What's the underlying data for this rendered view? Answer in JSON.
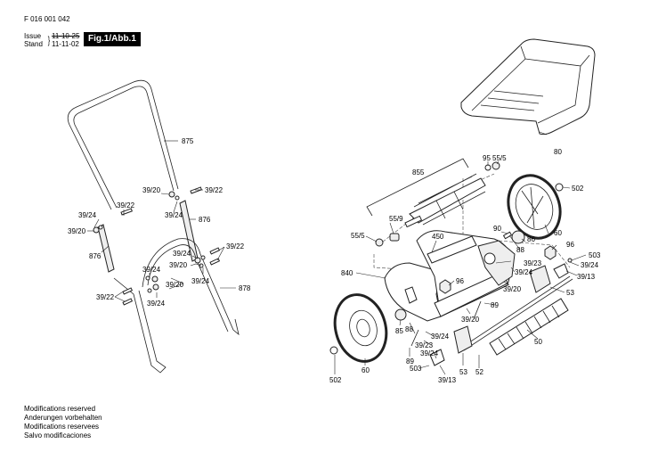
{
  "header": {
    "part_number": "F 016 001 042",
    "issue_label": "Issue",
    "stand_label": "Stand",
    "issue_date_struck": "11-10-25",
    "stand_date": "11-11-02",
    "figure_label": "Fig.1/Abb.1"
  },
  "footer": {
    "lines": [
      "Modifications reserved",
      "Anderungen vorbehalten",
      "Modifications reservees",
      "Salvo modificaciones"
    ]
  },
  "callouts": {
    "handle": [
      {
        "id": "875",
        "text": "875"
      },
      {
        "id": "39-20-a",
        "text": "39/20"
      },
      {
        "id": "39-22-a",
        "text": "39/22"
      },
      {
        "id": "39-24-a",
        "text": "39/24"
      },
      {
        "id": "39-22-b",
        "text": "39/22"
      },
      {
        "id": "39-24-b",
        "text": "39/24"
      },
      {
        "id": "876-a",
        "text": "876"
      },
      {
        "id": "39-20-b",
        "text": "39/20"
      },
      {
        "id": "876-b",
        "text": "876"
      },
      {
        "id": "39-22-c",
        "text": "39/22"
      },
      {
        "id": "39-24-c",
        "text": "39/24"
      },
      {
        "id": "39-20-c",
        "text": "39/20"
      },
      {
        "id": "39-24-d",
        "text": "39/24"
      },
      {
        "id": "39-24-e",
        "text": "39/24"
      },
      {
        "id": "39-20-d",
        "text": "39/20"
      },
      {
        "id": "39-24-f",
        "text": "39/24"
      },
      {
        "id": "878",
        "text": "878"
      },
      {
        "id": "39-22-d",
        "text": "39/22"
      }
    ],
    "mower": [
      {
        "id": "80",
        "text": "80"
      },
      {
        "id": "855",
        "text": "855"
      },
      {
        "id": "95",
        "text": "95"
      },
      {
        "id": "55-5-a",
        "text": "55/5"
      },
      {
        "id": "502-a",
        "text": "502"
      },
      {
        "id": "55-9",
        "text": "55/9"
      },
      {
        "id": "55-5-b",
        "text": "55/5"
      },
      {
        "id": "450",
        "text": "450"
      },
      {
        "id": "90",
        "text": "90"
      },
      {
        "id": "88-a",
        "text": "88"
      },
      {
        "id": "86",
        "text": "86"
      },
      {
        "id": "60-a",
        "text": "60"
      },
      {
        "id": "96-a",
        "text": "96"
      },
      {
        "id": "503-a",
        "text": "503"
      },
      {
        "id": "39-24-g",
        "text": "39/24"
      },
      {
        "id": "39-13-a",
        "text": "39/13"
      },
      {
        "id": "39-23-a",
        "text": "39/23"
      },
      {
        "id": "39-24-h",
        "text": "39/24"
      },
      {
        "id": "840",
        "text": "840"
      },
      {
        "id": "96-b",
        "text": "96"
      },
      {
        "id": "39-20-e",
        "text": "39/20"
      },
      {
        "id": "53-a",
        "text": "53"
      },
      {
        "id": "89-a",
        "text": "89"
      },
      {
        "id": "39-20-f",
        "text": "39/20"
      },
      {
        "id": "88-b",
        "text": "88"
      },
      {
        "id": "85",
        "text": "85"
      },
      {
        "id": "39-24-i",
        "text": "39/24"
      },
      {
        "id": "39-23-b",
        "text": "39/23"
      },
      {
        "id": "50",
        "text": "50"
      },
      {
        "id": "89-b",
        "text": "89"
      },
      {
        "id": "39-24-j",
        "text": "39/24"
      },
      {
        "id": "503-b",
        "text": "503"
      },
      {
        "id": "39-13-b",
        "text": "39/13"
      },
      {
        "id": "53-b",
        "text": "53"
      },
      {
        "id": "52",
        "text": "52"
      },
      {
        "id": "60-b",
        "text": "60"
      },
      {
        "id": "502-b",
        "text": "502"
      }
    ]
  }
}
